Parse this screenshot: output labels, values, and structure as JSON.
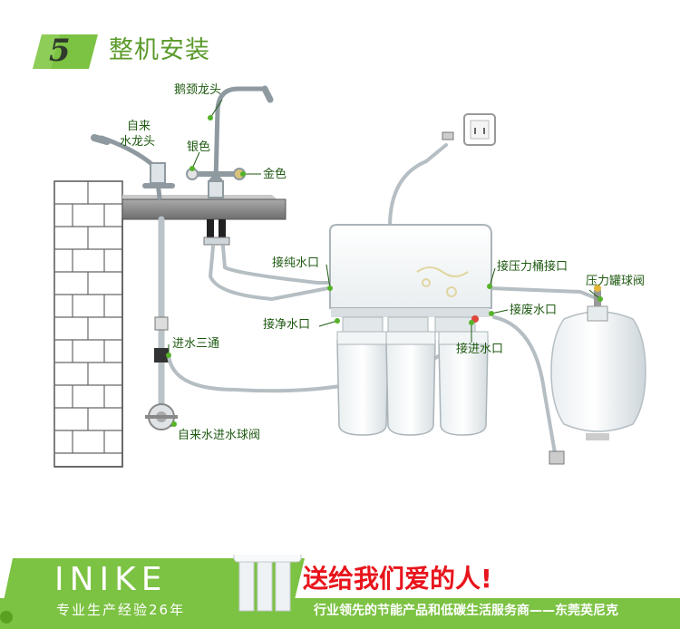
{
  "header": {
    "step_number": "5",
    "title": "整机安装"
  },
  "labels": {
    "gooseneck_faucet": "鹅颈龙头",
    "tap_line1": "自来",
    "tap_line2": "水龙头",
    "silver": "银色",
    "gold": "金色",
    "pure_outlet": "接纯水口",
    "clean_outlet": "接净水口",
    "tee_inlet": "进水三通",
    "tap_ball_valve": "自来水进水球阀",
    "tank_port": "接压力桶接口",
    "tank_ball_valve": "压力罐球阀",
    "waste_outlet": "接废水口",
    "inlet_port": "接进水口"
  },
  "footer": {
    "brand": "INIKE",
    "tagline": "送给我们爱的人!",
    "subline": "专业生产经验26年",
    "slogan": "行业领先的节能产品和低碳生活服务商——东莞英尼克"
  },
  "colors": {
    "brand_green": "#7cc243",
    "label_green": "#1f5a12",
    "tagline_red": "#e8141c"
  }
}
